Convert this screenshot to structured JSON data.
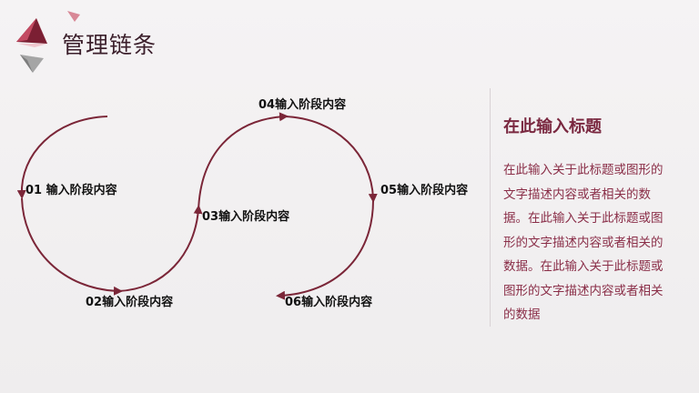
{
  "header": {
    "title": "管理链条"
  },
  "diagram": {
    "stages": [
      {
        "label": "01 输入阶段内容"
      },
      {
        "label": "02输入阶段内容"
      },
      {
        "label": "03输入阶段内容"
      },
      {
        "label": "04输入阶段内容"
      },
      {
        "label": "05输入阶段内容"
      },
      {
        "label": "06输入阶段内容"
      }
    ]
  },
  "side_panel": {
    "title": "在此输入标题",
    "body": "在此输入关于此标题或图形的文字描述内容或者相关的数据。在此输入关于此标题或图形的文字描述内容或者相关的数据。在此输入关于此标题或图形的文字描述内容或者相关的数据"
  },
  "colors": {
    "accent": "#7b2638",
    "logo_pink": "#e6a3ae",
    "logo_dark": "#7b1f33",
    "logo_grey": "#9a9a9a",
    "background": "#f3f1f2"
  }
}
